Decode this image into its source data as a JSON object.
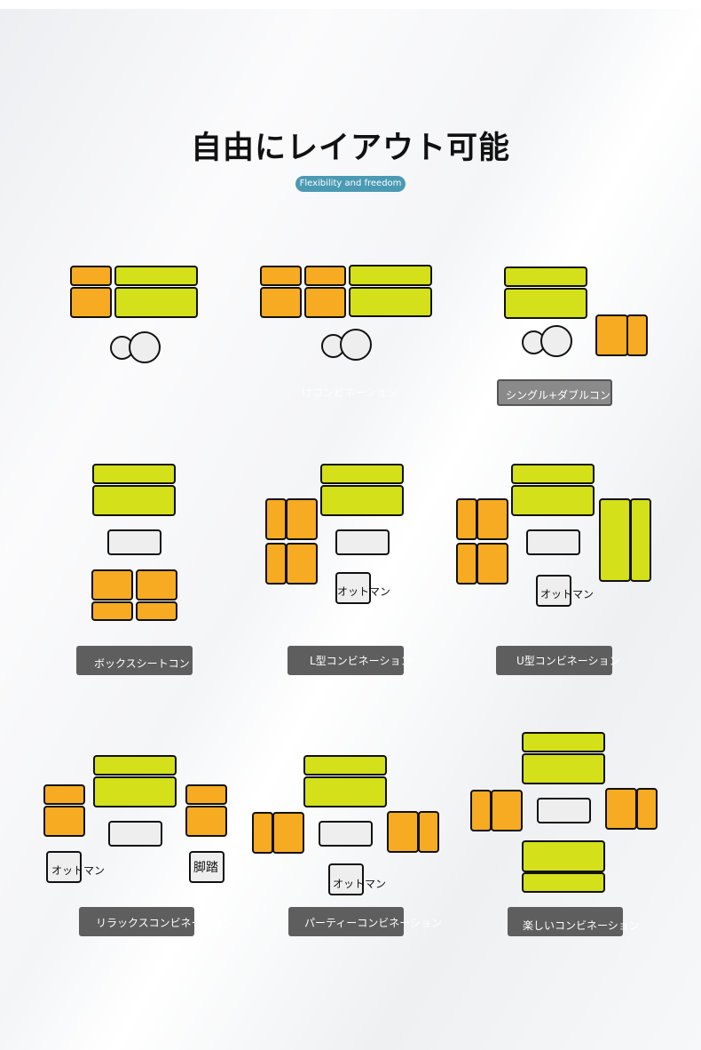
{
  "title": "自由にレイアウト可能",
  "subtitle": "Flexibility and freedom",
  "layouts": [
    {
      "label": ""
    },
    {
      "label": "けコンビネーション"
    },
    {
      "label": "シングル+ダブルコンビ"
    },
    {
      "label": "ボックスシートコン"
    },
    {
      "label": "L型コンビネーション",
      "ottoman": "オットマン"
    },
    {
      "label": "U型コンビネーション",
      "ottoman": "オットマン"
    },
    {
      "label": "リラックスコンビネーション",
      "ottoman": "オットマン",
      "footrest": "脚踏"
    },
    {
      "label": "パーティーコンビネーション",
      "ottoman": "オットマン"
    },
    {
      "label": "楽しいコンビネーション"
    }
  ],
  "colors": {
    "orange": "#f6ab22",
    "lime": "#d3e01a",
    "badge": "#4b9ab3"
  }
}
